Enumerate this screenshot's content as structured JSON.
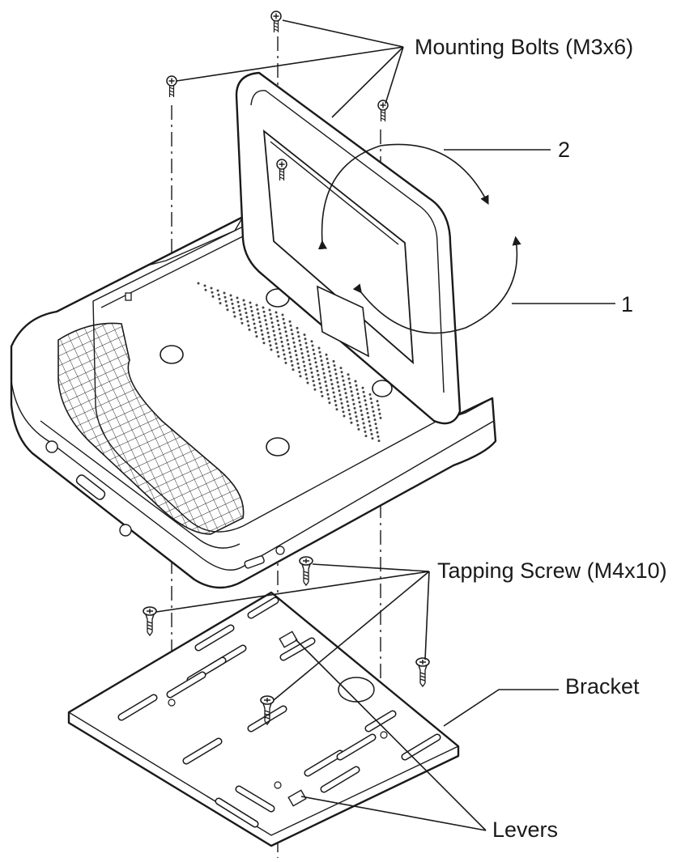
{
  "labels": {
    "mounting_bolts": "Mounting Bolts (M3x6)",
    "rotation_2": "2",
    "rotation_1": "1",
    "tapping_screw": "Tapping Screw (M4x10)",
    "bracket": "Bracket",
    "levers": "Levers"
  },
  "colors": {
    "ink": "#1a1a1a",
    "background": "#ffffff"
  }
}
